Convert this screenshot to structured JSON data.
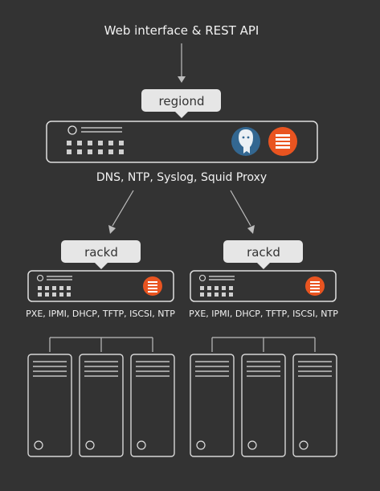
{
  "top_label": "Web interface & REST API",
  "region": {
    "label": "regiond",
    "services": "DNS, NTP, Syslog, Squid Proxy",
    "icons": [
      "postgresql-icon",
      "ubuntu-stack-icon"
    ]
  },
  "racks": [
    {
      "label": "rackd",
      "services": "PXE, IPMI, DHCP, TFTP, ISCSI, NTP"
    },
    {
      "label": "rackd",
      "services": "PXE, IPMI, DHCP, TFTP, ISCSI, NTP"
    }
  ],
  "colors": {
    "background": "#333333",
    "pill": "#e6e6e6",
    "ubuntu_orange": "#e95420",
    "postgres_blue": "#336791"
  }
}
